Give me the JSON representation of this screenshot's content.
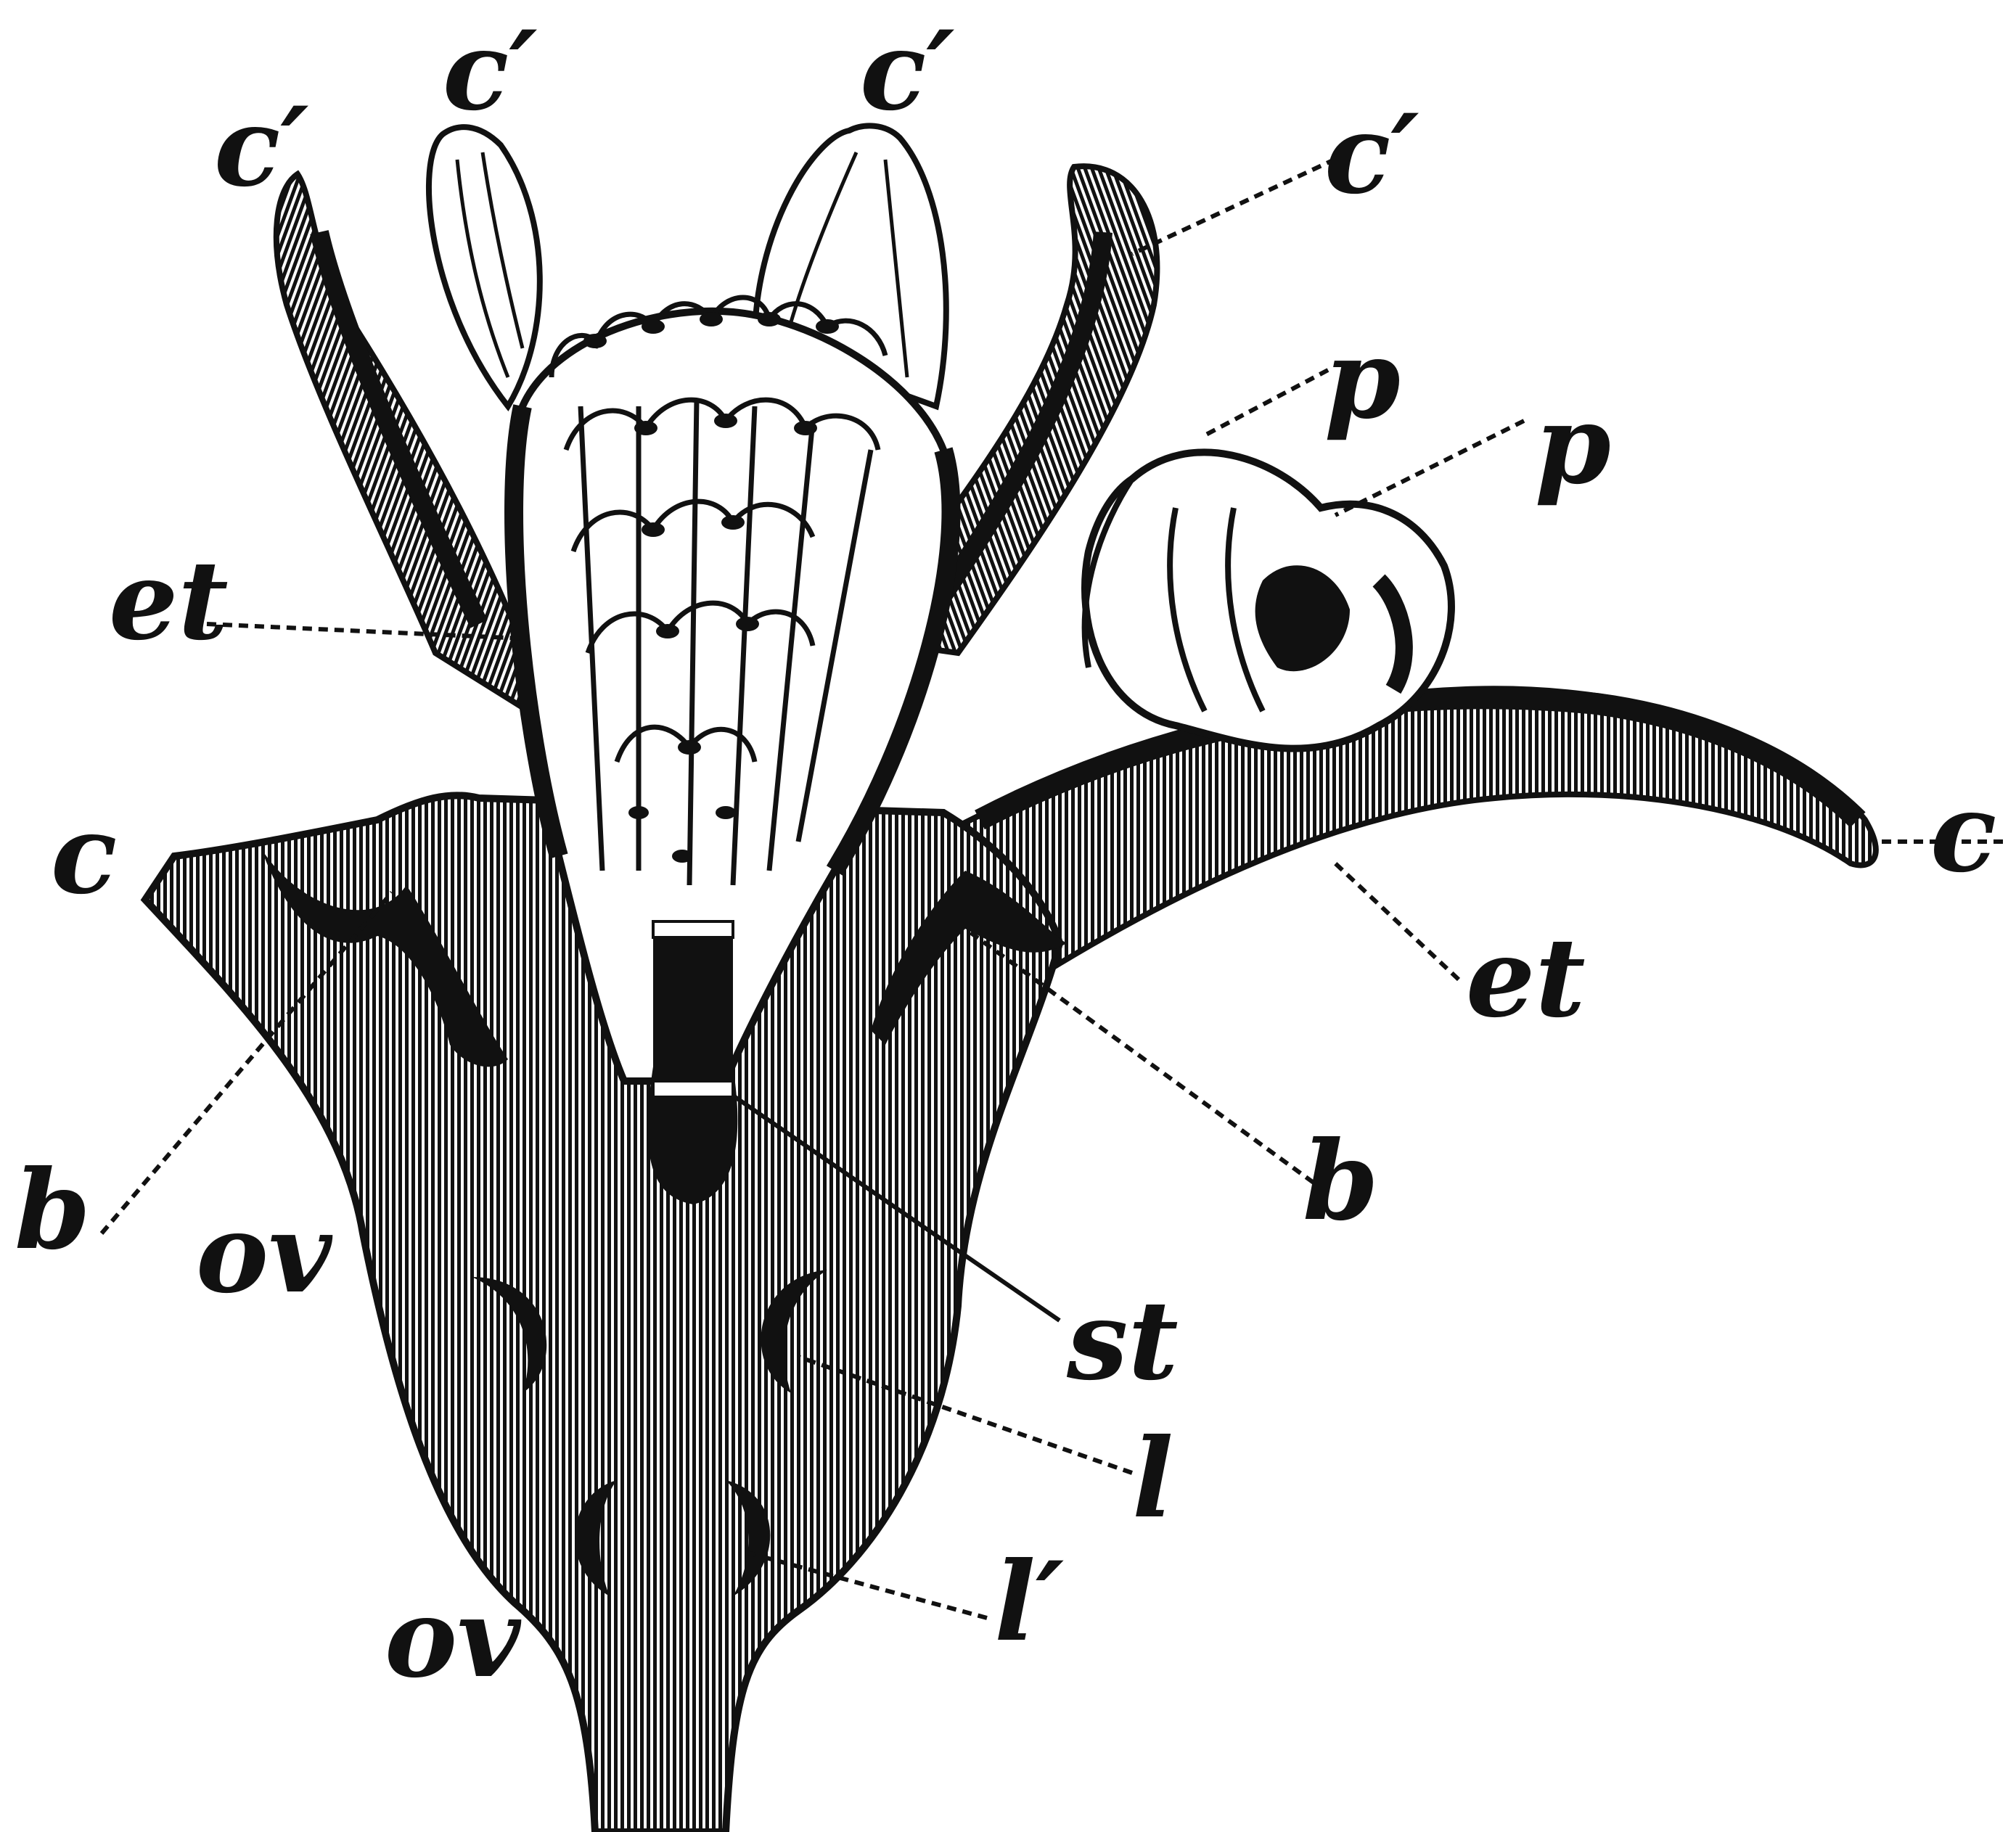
{
  "figure": {
    "colors": {
      "ink": "#111111",
      "background": "#ffffff",
      "hatch": "#111111"
    },
    "labels": {
      "c_prime_1": "c′",
      "c_prime_2": "c′",
      "c_prime_3": "c′",
      "c_prime_4": "c′",
      "p_1": "p",
      "p_2": "p",
      "et_upper": "et",
      "c_left": "c",
      "c_right": "c",
      "et_right": "et",
      "b_left": "b",
      "b_right": "b",
      "ov_upper": "ov",
      "ov_lower": "ov",
      "st": "st",
      "l": "l",
      "l_prime": "l′"
    }
  }
}
